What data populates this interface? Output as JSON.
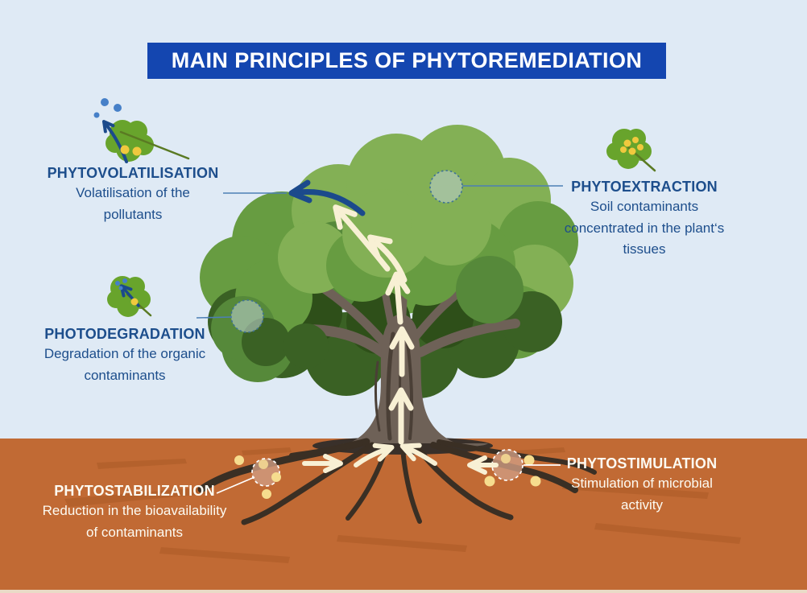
{
  "banner": {
    "text": "MAIN PRINCIPLES OF PHYTOREMEDIATION"
  },
  "labels": {
    "phytovolatilisation": {
      "heading": "PHYTOVOLATILISATION",
      "lines": [
        "Volatilisation of the",
        "pollutants"
      ]
    },
    "phytoextraction": {
      "heading": "PHYTOEXTRACTION",
      "lines": [
        "Soil contaminants",
        "concentrated in the plant‘s",
        "tissues"
      ]
    },
    "photodegradation": {
      "heading": "PHOTODEGRADATION",
      "lines": [
        "Degradation of the organic",
        "contaminants"
      ]
    },
    "phytostabilization": {
      "heading": "PHYTOSTABILIZATION",
      "lines": [
        "Reduction in the bioavailability",
        "of contaminants"
      ]
    },
    "phytostimulation": {
      "heading": "PHYTOSTIMULATION",
      "lines": [
        "Stimulation of microbial",
        "activity"
      ]
    }
  },
  "icons": [
    "leaf-volatilisation-icon",
    "leaf-extraction-icon",
    "leaf-degradation-icon",
    "tree-illustration",
    "soil-microbe-marker",
    "canopy-marker"
  ],
  "colors": {
    "banner_bg": "#1446b0",
    "banner_text": "#ffffff",
    "sky": "#dfeaf5",
    "soil": "#c16a34",
    "label_navy": "#1d4e8c",
    "label_white": "#fdfbf2",
    "arrow_cream": "#f8f0d4",
    "arrow_navy": "#1b4a8c",
    "connector_blue": "#4d7fb5",
    "canopy_light": "#83b055",
    "canopy_mid": "#679c41",
    "canopy_dark": "#3a6124",
    "trunk": "#6e6157",
    "root_dark": "#3a2f24",
    "dot_yellow": "#f6dd8e",
    "dot_blue": "#4680c8",
    "leaf_green": "#68a42c"
  }
}
